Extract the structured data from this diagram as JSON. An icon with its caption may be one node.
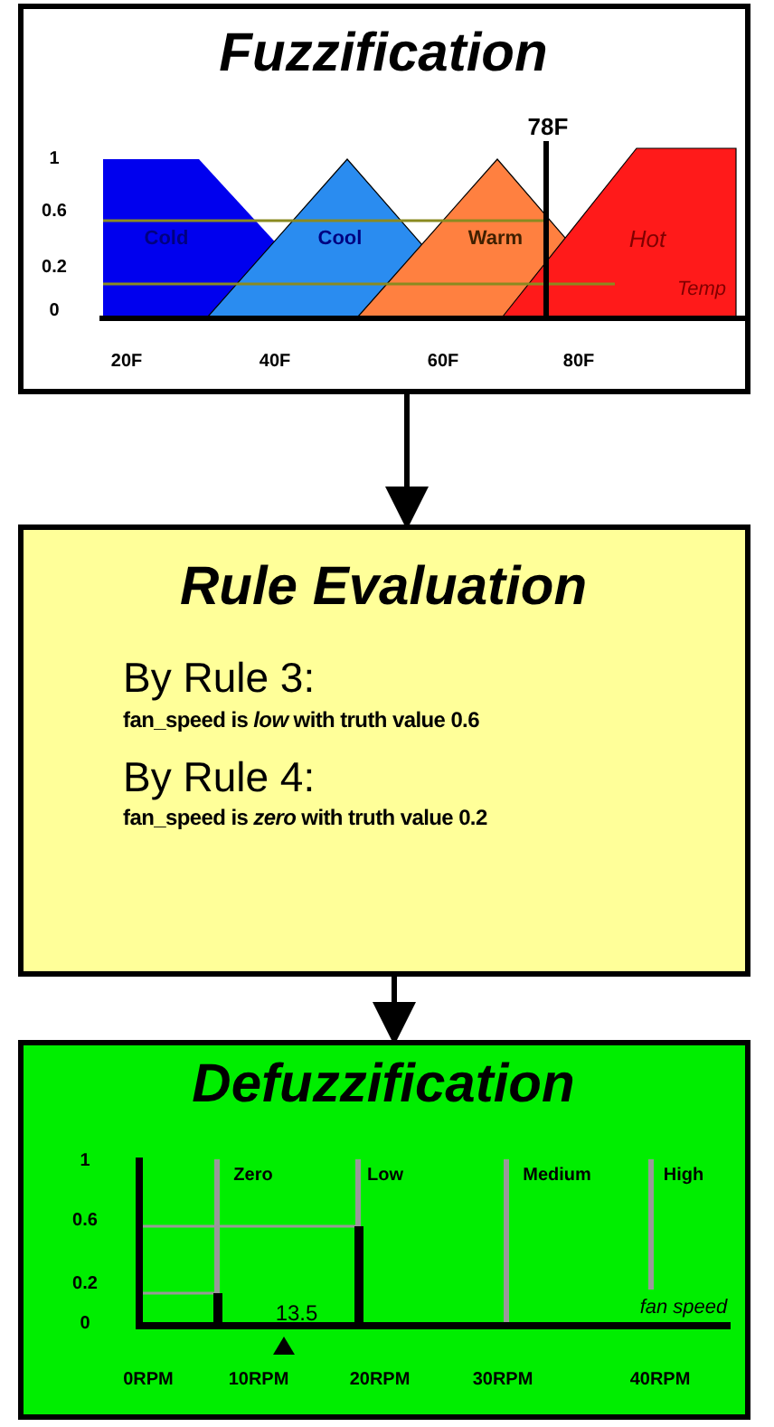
{
  "diagram": {
    "nodes": [
      {
        "text": [
          "Fuzzification"
        ]
      },
      {
        "text": [
          "Rule Evaluation",
          "By Rule 3:",
          "fan_speed is *low* with truth value 0.6",
          "By Rule 4:",
          "fan_speed is *zero* with truth value 0.2"
        ]
      },
      {
        "text": [
          "Defuzzification"
        ]
      }
    ],
    "edges": [
      {
        "from": 0,
        "to": 1,
        "arrow": "to"
      },
      {
        "from": 1,
        "to": 2,
        "arrow": "to"
      }
    ],
    "labels": [
      "78F",
      "1",
      "0.6",
      "0.2",
      "0",
      "Cold",
      "Cool",
      "Warm",
      "Hot",
      "Temp",
      "20F",
      "40F",
      "60F",
      "80F",
      "1",
      "0.6",
      "0.2",
      "0",
      "Zero",
      "Low",
      "Medium",
      "High",
      "13.5",
      "fan speed",
      "0RPM",
      "10RPM",
      "20RPM",
      "30RPM",
      "40RPM"
    ]
  }
}
